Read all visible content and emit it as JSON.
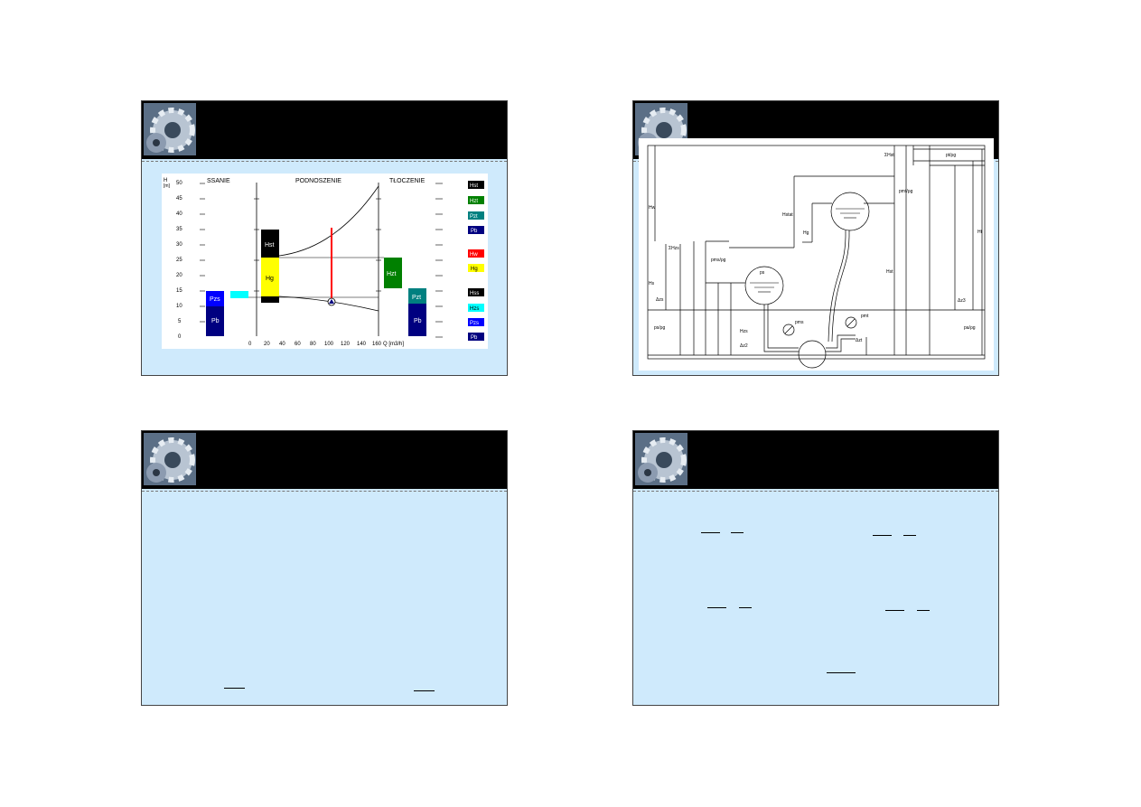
{
  "slide1": {
    "sections": [
      "SSANIE",
      "PODNOSZENIE",
      "TŁOCZENIE"
    ],
    "y_axis": {
      "label_top": "H",
      "unit": "[m]",
      "ticks": [
        "50",
        "45",
        "40",
        "35",
        "30",
        "25",
        "20",
        "15",
        "10",
        "5",
        "0"
      ]
    },
    "x_axis": {
      "ticks": [
        "0",
        "20",
        "40",
        "60",
        "80",
        "100",
        "120",
        "140",
        "160"
      ],
      "label": "Q [m3/h]"
    },
    "blocks": {
      "hst": "Hst",
      "hg": "Hg",
      "hzt": "Hzt",
      "pzs": "Pzs",
      "pb_left": "Pb",
      "pzt": "Pzt",
      "pb_right": "Pb"
    },
    "legend": [
      {
        "label": "Hst",
        "bg": "#000000",
        "fg": "#ffffff"
      },
      {
        "label": "Hzt",
        "bg": "#008000",
        "fg": "#ffffff"
      },
      {
        "label": "Pzt",
        "bg": "#008080",
        "fg": "#ffffff"
      },
      {
        "label": "Pb",
        "bg": "#000080",
        "fg": "#ffffff"
      },
      {
        "label": "Hw",
        "bg": "#ff0000",
        "fg": "#ffffff"
      },
      {
        "label": "Hg",
        "bg": "#ffff00",
        "fg": "#000000"
      },
      {
        "label": "Hss",
        "bg": "#000000",
        "fg": "#ffffff"
      },
      {
        "label": "Hzs",
        "bg": "#00ffff",
        "fg": "#000000"
      },
      {
        "label": "Pzs",
        "bg": "#0000ff",
        "fg": "#ffffff"
      },
      {
        "label": "Pb",
        "bg": "#000080",
        "fg": "#ffffff"
      }
    ]
  },
  "slide2": {
    "labels": {
      "sum_h_st": "ΣHst",
      "h_w": "Hw",
      "h_stat": "Hstat",
      "h_g": "Hg",
      "h_s": "Hs",
      "dz_s": "Δzs",
      "h_st": "Hst",
      "h_zs": "Hzs",
      "dz_2": "Δz2",
      "dz_t": "Δzt",
      "sum_h_zs": "ΣHzs",
      "p_s": "ps",
      "p_ms": "pms",
      "p_mt": "pmt",
      "h_t": "Ht",
      "dz_3": "Δz3",
      "pt_rg": "pt/ρg",
      "pa_rg": "pa/ρg",
      "ps_rg": "ps/ρg",
      "pms_rg": "pms/ρg",
      "pmt_rg": "pmt/ρg"
    }
  }
}
